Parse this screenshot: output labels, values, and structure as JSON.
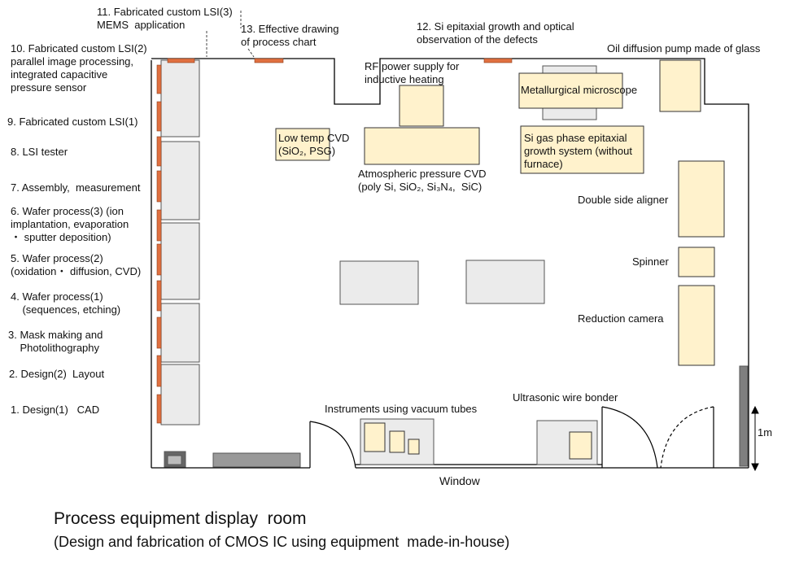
{
  "title": "Process equipment display  room",
  "subtitle": "(Design and fabrication of CMOS IC using equipment  made-in-house)",
  "left_labels": [
    "1. Design(1)   CAD",
    "2. Design(2)  Layout",
    "3. Mask making and\n    Photolithography",
    "4. Wafer process(1)\n    (sequences, etching)",
    "5. Wafer process(2)\n(oxidation・ diffusion, CVD)",
    "6. Wafer process(3) (ion\nimplantation, evaporation\n・ sputter deposition)",
    "7. Assembly,  measurement",
    "8. LSI tester",
    "9. Fabricated custom LSI(1)",
    "10. Fabricated custom LSI(2)\nparallel image processing,\nintegrated capacitive\npressure sensor"
  ],
  "top_labels": {
    "lsi3": "11. Fabricated custom LSI(3)\nMEMS  application",
    "process_chart": "13. Effective drawing\nof process chart",
    "epitaxial": "12. Si epitaxial growth and optical\nobservation of the defects",
    "oil_pump": "Oil diffusion pump made of glass"
  },
  "equipment": {
    "rf_supply": "RF power supply for\ninductive heating",
    "microscope": "Metallurgical microscope",
    "low_temp_cvd": "Low temp CVD\n(SiO₂, PSG)",
    "atm_cvd": "Atmospheric pressure CVD\n(poly Si, SiO₂, Si₃N₄,  SiC)",
    "si_epi": "Si gas phase epitaxial\ngrowth system (without\nfurnace)",
    "aligner": "Double side aligner",
    "spinner": "Spinner",
    "camera": "Reduction camera",
    "vacuum_tubes": "Instruments using vacuum tubes",
    "wire_bonder": "Ultrasonic wire bonder",
    "window": "Window",
    "scale": "1m"
  },
  "colors": {
    "wall": "#000000",
    "equipment_fill": "#FFF2CC",
    "equipment_stroke": "#333333",
    "panel_fill": "#EBEBEB",
    "panel_stroke": "#555555",
    "poster": "#E07040",
    "column": "#7F7F7F"
  }
}
